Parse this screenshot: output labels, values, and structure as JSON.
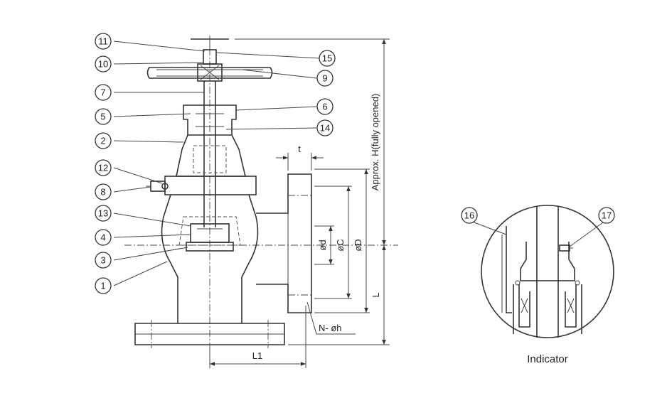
{
  "callouts": [
    "1",
    "2",
    "3",
    "4",
    "5",
    "6",
    "7",
    "8",
    "9",
    "10",
    "11",
    "12",
    "13",
    "14",
    "15",
    "16",
    "17"
  ],
  "dimensions": {
    "t": "t",
    "d": "ød",
    "c": "øC",
    "D": "øD",
    "H": "Approx. H(fully opened)",
    "L": "L",
    "L1": "L1",
    "holes": "N- øh"
  },
  "detail_caption": "Indicator",
  "colors": {
    "line": "#333333",
    "background": "#ffffff"
  }
}
